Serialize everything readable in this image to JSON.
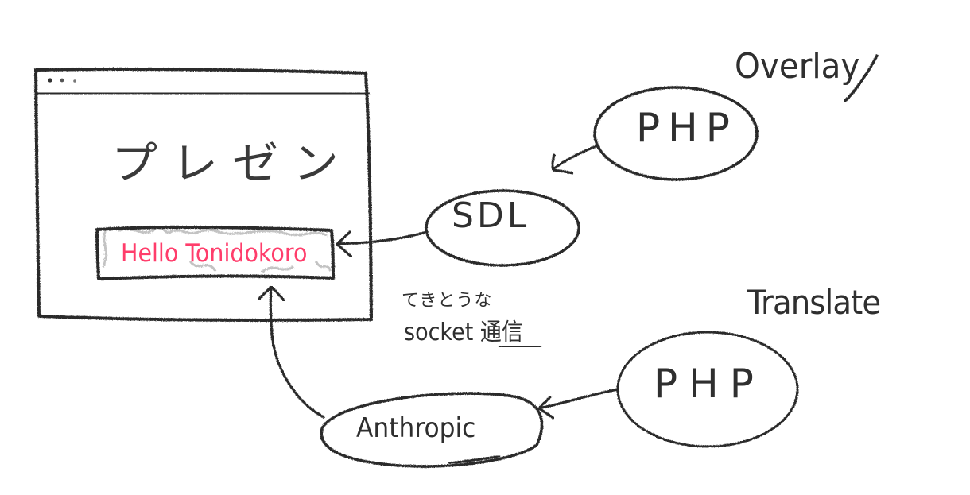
{
  "diagram": {
    "type": "hand-drawn architecture sketch",
    "presentation_window": {
      "title_text": "プレゼン",
      "titlebar_dots": 3,
      "subtitle_overlay": {
        "text": "Hello Tonidokoro",
        "text_color": "#ff3d6b"
      }
    },
    "nodes": {
      "sdl": {
        "label": "SDL"
      },
      "php_overlay": {
        "label": "PHP"
      },
      "php_translate": {
        "label": "PHP"
      },
      "anthropic": {
        "label": "Anthropic"
      }
    },
    "captions": {
      "overlay": "Overlay",
      "translate": "Translate"
    },
    "note": {
      "line1": "てきとうな",
      "line2": "socket 通信"
    },
    "edges": [
      {
        "from": "php_overlay",
        "to": "sdl"
      },
      {
        "from": "sdl",
        "to": "subtitle_overlay"
      },
      {
        "from": "php_translate",
        "to": "anthropic"
      },
      {
        "from": "anthropic",
        "to": "subtitle_overlay"
      }
    ],
    "colors": {
      "stroke": "#2b2b2b",
      "subtitle_text": "#ff3d6b",
      "background": "#ffffff"
    }
  }
}
